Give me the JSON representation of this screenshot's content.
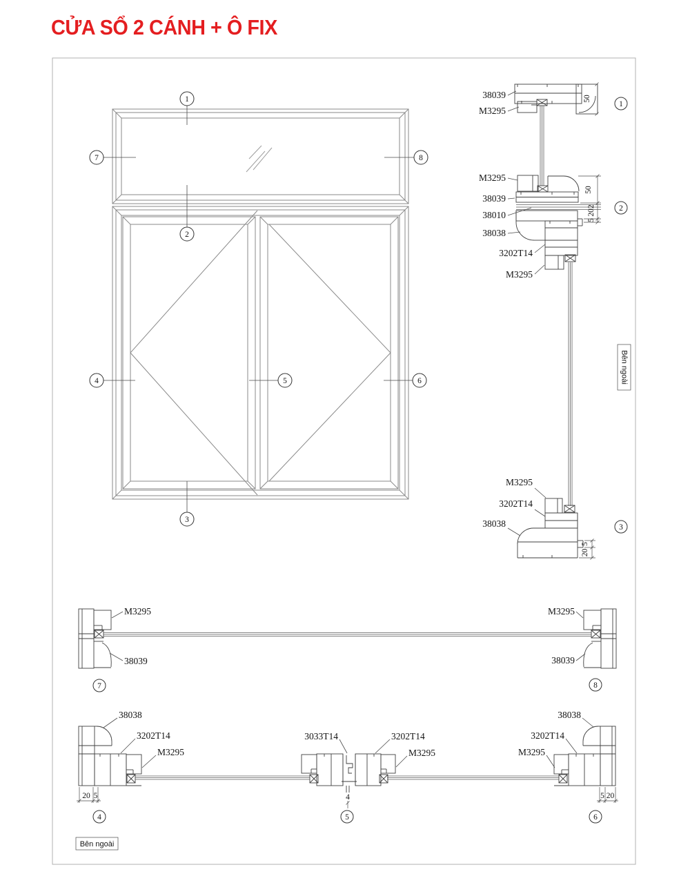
{
  "title": "CỬA SỔ 2 CÁNH + Ô FIX",
  "outside_label": "Bên ngoài",
  "colors": {
    "accent": "#e41e20",
    "section_line": "#3f3f3f",
    "elevation_line": "#8a8a8a"
  },
  "elevation": {
    "callouts": [
      "1",
      "2",
      "3",
      "4",
      "5",
      "6",
      "7",
      "8"
    ]
  },
  "details": {
    "d1": {
      "num": "1",
      "parts": [
        "38039",
        "M3295"
      ],
      "dims": [
        "50"
      ]
    },
    "d2": {
      "num": "2",
      "parts": [
        "M3295",
        "38039",
        "38010",
        "38038",
        "3202T14",
        "M3295"
      ],
      "dims": [
        "50",
        "202",
        "5"
      ]
    },
    "d3": {
      "num": "3",
      "parts": [
        "M3295",
        "3202T14",
        "38038"
      ],
      "dims": [
        "5",
        "20"
      ]
    },
    "d4": {
      "num": "4",
      "parts": [
        "38038",
        "3202T14",
        "M3295"
      ],
      "dims": [
        "20",
        "5"
      ]
    },
    "d5": {
      "num": "5",
      "parts": [
        "3033T14",
        "3202T14",
        "M3295"
      ],
      "dims": [
        "4"
      ]
    },
    "d6": {
      "num": "6",
      "parts": [
        "38038",
        "3202T14",
        "M3295"
      ],
      "dims": [
        "5",
        "20"
      ]
    },
    "d7": {
      "num": "7",
      "parts": [
        "M3295",
        "38039"
      ]
    },
    "d8": {
      "num": "8",
      "parts": [
        "M3295",
        "38039"
      ]
    }
  }
}
